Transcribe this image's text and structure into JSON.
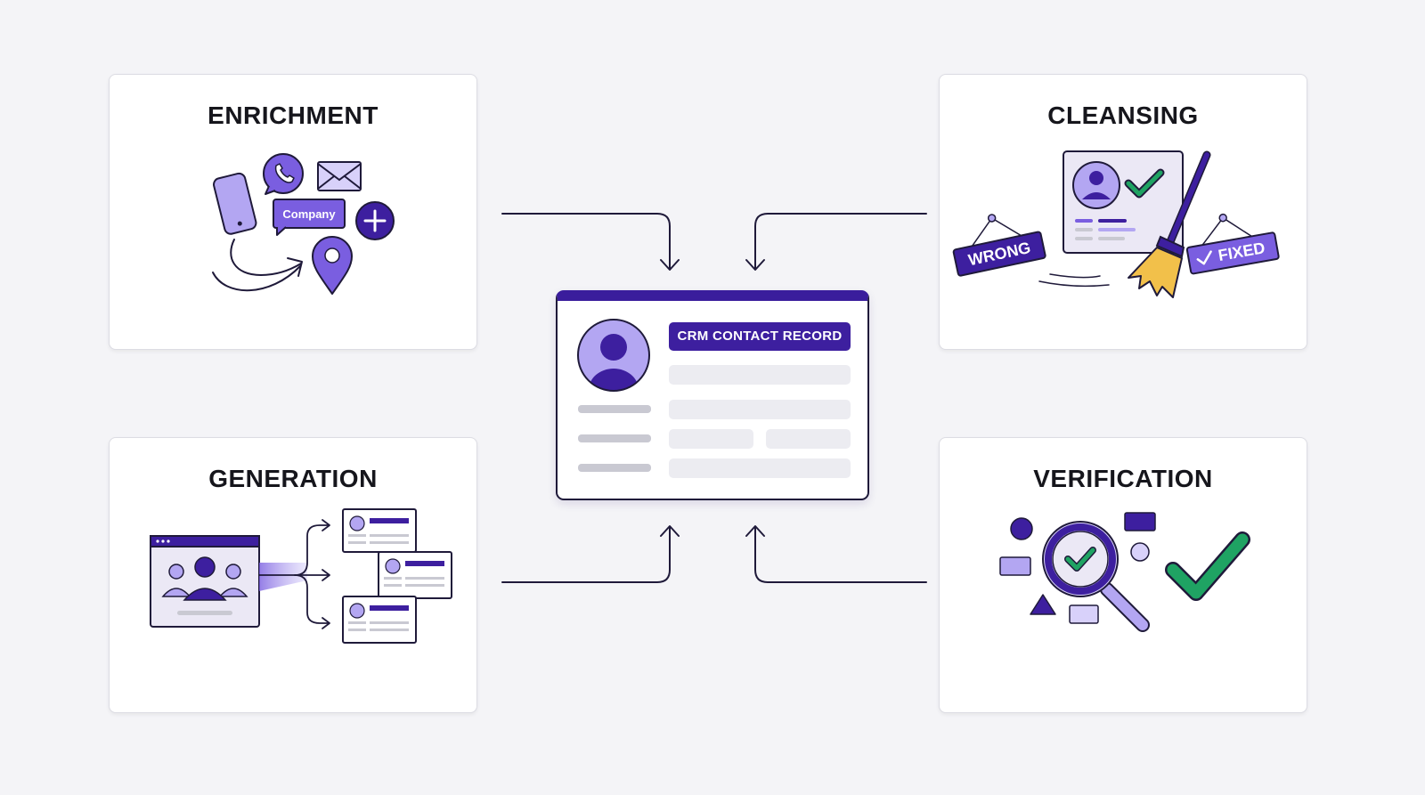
{
  "cards": {
    "enrichment": {
      "title": "ENRICHMENT",
      "company_label": "Company"
    },
    "cleansing": {
      "title": "CLEANSING",
      "wrong_label": "WRONG",
      "fixed_label": "FIXED"
    },
    "generation": {
      "title": "GENERATION"
    },
    "verification": {
      "title": "VERIFICATION"
    }
  },
  "crm": {
    "badge": "CRM CONTACT RECORD"
  },
  "colors": {
    "accent": "#3d1f9f",
    "accent_light": "#a99bf0",
    "accent_mid": "#7a5ee0",
    "check_green": "#1fa363",
    "broom_yellow": "#f2c04a",
    "outline": "#1f1a3a"
  },
  "icons": [
    "phone-icon",
    "whatsapp-icon",
    "mail-icon",
    "plus-icon",
    "location-pin-icon",
    "broom-icon",
    "checkmark-icon",
    "magnifier-icon",
    "user-group-icon",
    "avatar-icon"
  ]
}
